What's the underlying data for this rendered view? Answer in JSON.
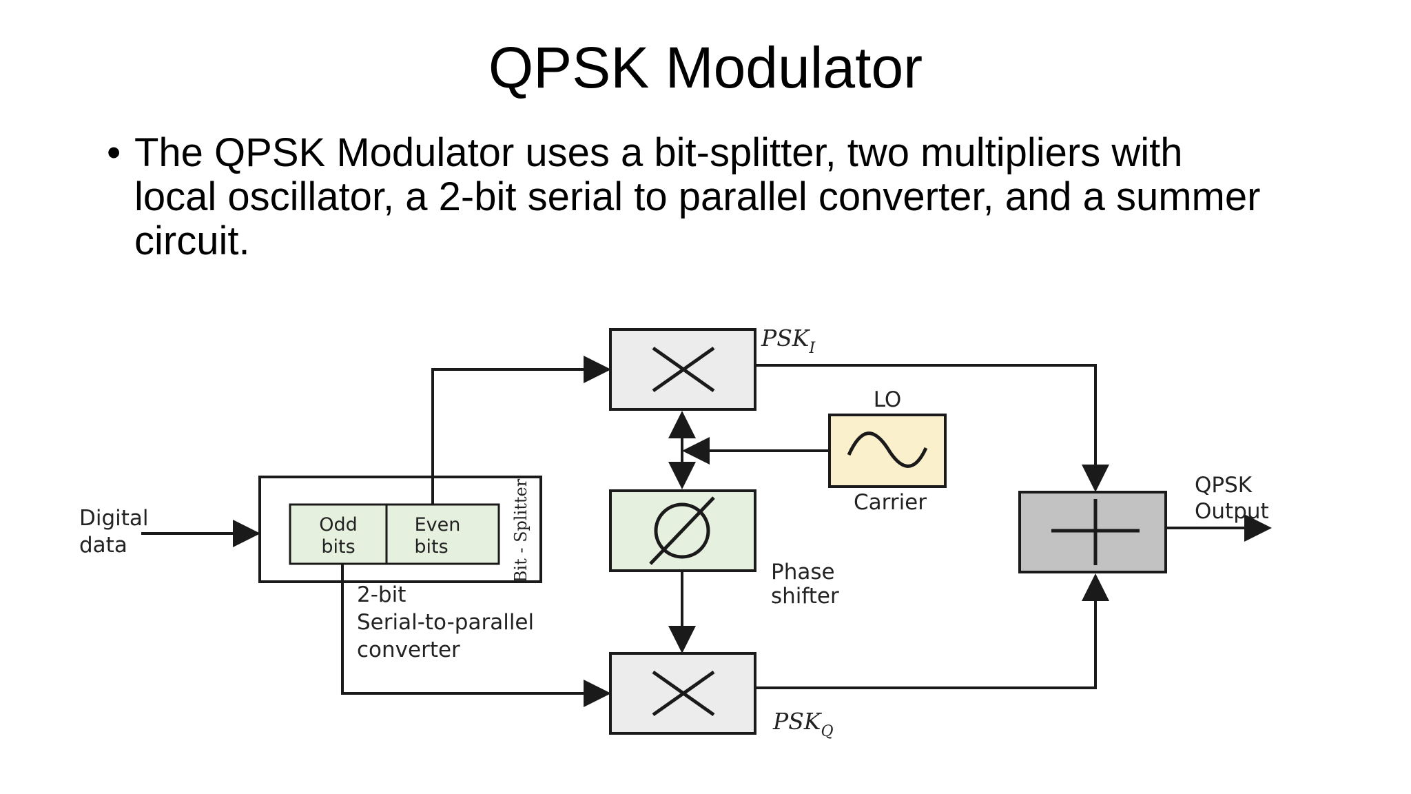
{
  "slide": {
    "title": "QPSK Modulator",
    "bullets": [
      {
        "line1": "The QPSK Modulator uses a bit-splitter, two multipliers with",
        "line2": "local oscillator, a 2-bit serial to parallel converter, and a summer",
        "line3": "circuit."
      }
    ]
  },
  "diagram": {
    "input": {
      "line1": "Digital",
      "line2": "data"
    },
    "splitter": {
      "odd": {
        "line1": "Odd",
        "line2": "bits"
      },
      "even": {
        "line1": "Even",
        "line2": "bits"
      },
      "vertical_label": "Bit - Splitter"
    },
    "converter": {
      "line1": "2-bit",
      "line2": "Serial-to-parallel",
      "line3": "converter"
    },
    "lo": {
      "top_label": "LO",
      "bottom_label": "Carrier",
      "icon": "sine-wave-icon"
    },
    "phase_shifter": {
      "line1": "Phase",
      "line2": "shifter",
      "icon": "empty-set-icon"
    },
    "multiplier_top": {
      "label": "PSK",
      "subscript": "I",
      "icon": "multiply-icon"
    },
    "multiplier_bottom": {
      "label": "PSK",
      "subscript": "Q",
      "icon": "multiply-icon"
    },
    "summer": {
      "icon": "plus-icon"
    },
    "output": {
      "line1": "QPSK",
      "line2": "Output"
    },
    "colors": {
      "multiplier_fill": "#ececec",
      "phase_fill": "#e6f0df",
      "lo_fill": "#fbf0cc",
      "summer_fill": "#c2c2c2",
      "bits_fill": "#e6f0df",
      "stroke": "#1a1a1a"
    }
  }
}
